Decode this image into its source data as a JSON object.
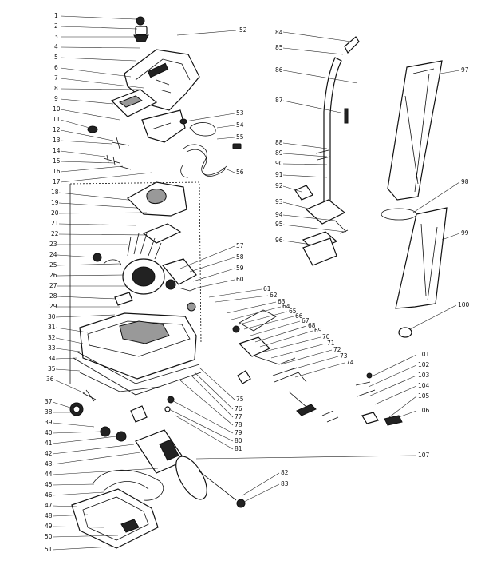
{
  "left_column": [
    "1",
    "2",
    "3",
    "4",
    "5",
    "6",
    "7",
    "8",
    "9",
    "10",
    "11",
    "12",
    "13",
    "14",
    "15",
    "16",
    "17",
    "18",
    "19",
    "20",
    "21",
    "22",
    "23",
    "24",
    "25",
    "26",
    "27",
    "28",
    "29",
    "30",
    "31",
    "32",
    "33",
    "34",
    "35",
    "36",
    "37",
    "38",
    "39",
    "40",
    "41",
    "42",
    "43",
    "44",
    "45",
    "46",
    "47",
    "48",
    "49",
    "50",
    "51"
  ],
  "upper_right": [
    "52",
    "53",
    "54",
    "55",
    "56",
    "57",
    "58",
    "59",
    "60"
  ],
  "middle_column": [
    "61",
    "62",
    "63",
    "64",
    "65",
    "66",
    "67",
    "68",
    "69",
    "70",
    "71",
    "72",
    "73",
    "74",
    "75",
    "76",
    "77",
    "78",
    "79",
    "80",
    "81"
  ],
  "lower_right": [
    "82",
    "83"
  ],
  "handle_column": [
    "84",
    "85",
    "86",
    "87",
    "88",
    "89",
    "90",
    "91",
    "92",
    "93",
    "94",
    "95",
    "96"
  ],
  "bag_column": [
    "97",
    "98",
    "99",
    "100"
  ],
  "small_parts": [
    "101",
    "102",
    "103",
    "104",
    "105",
    "106",
    "107"
  ]
}
